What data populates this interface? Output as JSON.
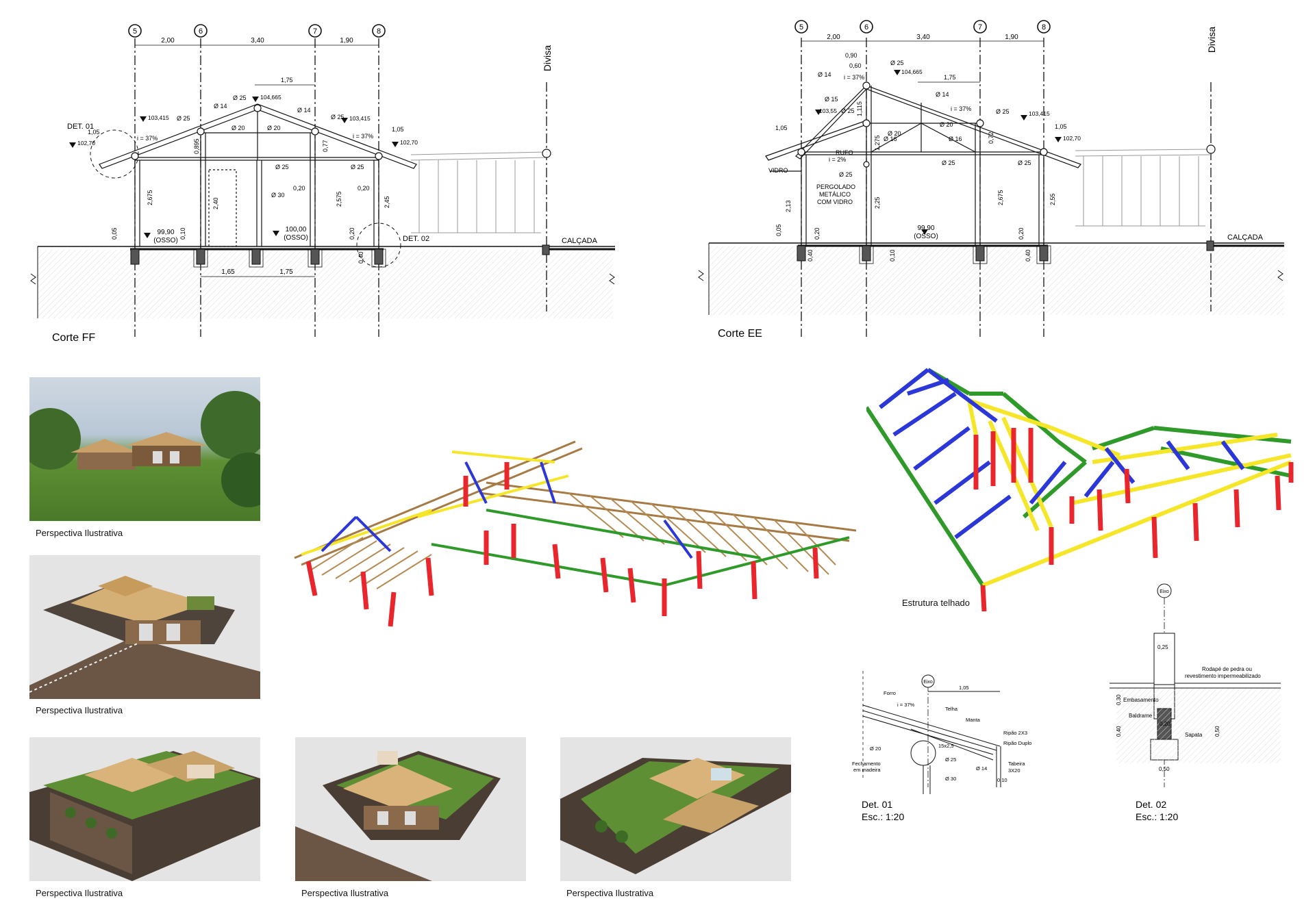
{
  "sections": {
    "ff": {
      "title": "Corte FF",
      "axes": [
        "5",
        "6",
        "7",
        "8"
      ],
      "spans": [
        "2,00",
        "3,40",
        "1,90"
      ],
      "divisa": "Divisa",
      "calcada": "CALÇADA",
      "det01": "DET. 01",
      "det02": "DET. 02",
      "levels": {
        "l1": "103,415",
        "l2": "104,665",
        "l3": "103,415",
        "l4": "102,70",
        "l5": "102,70",
        "floor1": "99,90",
        "floor1b": "(OSSO)",
        "floor2": "100,00",
        "floor2b": "(OSSO)"
      },
      "dims": {
        "d105a": "1,05",
        "d105b": "1,05",
        "d175": "1,75",
        "d165": "1,65",
        "d175b": "1,75",
        "slope1": "i = 37%",
        "slope2": "i = 37%",
        "h2675": "2,675",
        "h240": "2,40",
        "h2575": "2,575",
        "h245": "2,45",
        "h0895": "0,895",
        "h077": "0,77",
        "h020a": "0,20",
        "h020b": "0,20",
        "h010": "0,10",
        "h005": "0,05",
        "h040": "0,40",
        "h020c": "0,20"
      },
      "diam": {
        "a": "Ø 25",
        "b": "Ø 14",
        "c": "Ø 25",
        "d": "Ø 14",
        "e": "Ø 20",
        "f": "Ø 20",
        "g": "Ø 25",
        "h": "Ø 25",
        "i": "Ø 30",
        "j": "Ø 25"
      }
    },
    "ee": {
      "title": "Corte EE",
      "axes": [
        "5",
        "6",
        "7",
        "8"
      ],
      "spans": [
        "2,00",
        "3,40",
        "1,90"
      ],
      "divisa": "Divisa",
      "calcada": "CALÇADA",
      "levels": {
        "l1": "103,55",
        "l2": "104,665",
        "l3": "103,415",
        "l4": "102,70",
        "floor": "99,90",
        "floorb": "(OSSO)"
      },
      "dims": {
        "d090": "0,90",
        "d060": "0,60",
        "d105a": "1,05",
        "d175": "1,75",
        "d105b": "1,05",
        "slope1": "i = 37%",
        "slope2": "i = 37%",
        "slope3": "i = 2%",
        "h1115": "1,115",
        "h1275": "1,275",
        "h213": "2,13",
        "h225": "2,25",
        "h2675": "2,675",
        "h255": "2,55",
        "h072": "0,72",
        "h020a": "0,20",
        "h020b": "0,20",
        "h010": "0,10",
        "h040a": "0,40",
        "h040b": "0,40",
        "h005": "0,05"
      },
      "notes": {
        "rufo": "RUFO",
        "vidro": "VIDRO",
        "pergolado1": "PERGOLADO",
        "pergolado2": "METÁLICO",
        "pergolado3": "COM VIDRO"
      },
      "diam": {
        "a": "Ø 14",
        "b": "Ø 15",
        "c": "Ø 25",
        "d": "Ø 25",
        "e": "Ø 14",
        "f": "Ø 25",
        "g": "Ø 20",
        "h": "Ø 16",
        "i": "Ø 16",
        "j": "Ø 25",
        "k": "Ø 25",
        "l": "Ø 20",
        "m": "Ø 25"
      }
    }
  },
  "renders": [
    {
      "caption": "Perspectiva Ilustrativa"
    },
    {
      "caption": "Perspectiva Ilustrativa"
    },
    {
      "caption": "Perspectiva Ilustrativa"
    },
    {
      "caption": "Perspectiva Ilustrativa"
    },
    {
      "caption": "Perspectiva Ilustrativa"
    }
  ],
  "structure": {
    "caption": "Estrutura telhado"
  },
  "det01": {
    "title": "Det. 01",
    "scale": "Esc.: 1:20",
    "eixo": "Eixo",
    "dim": "1,05",
    "labels": {
      "forro": "Forro",
      "slope": "i = 37%",
      "telha": "Telha",
      "manta": "Manta",
      "ripao2x3": "Ripão 2X3",
      "ripaoduplo": "Ripão Duplo",
      "tabeira": "Tabeira",
      "tabeira2": "3X20",
      "d20": "Ø 20",
      "fech1": "Fechamento",
      "fech2": "em madeira",
      "d25": "Ø 25",
      "d30": "Ø 30",
      "d14": "Ø 14",
      "sec": "15x2,5",
      "d010": "0,10"
    }
  },
  "det02": {
    "title": "Det. 02",
    "scale": "Esc.: 1:20",
    "eixo": "Eixo",
    "labels": {
      "d025": "0,25",
      "rodape1": "Rodapé de pedra ou",
      "rodape2": "revestimento impermeabilizado",
      "embas": "Embasamento",
      "baldrame": "Baldrame",
      "sapata": "Sapata",
      "d030": "0,30",
      "d040": "0,40",
      "d020": "0,20",
      "d050": "0,50",
      "d050b": "0,50"
    }
  },
  "colors": {
    "red": "#e8262b",
    "yellow": "#f5e62a",
    "blue": "#2c37d8",
    "green": "#2f9a2a",
    "wood": "#c8a36b",
    "grass": "#5e8f34",
    "soil": "#6b5646"
  }
}
